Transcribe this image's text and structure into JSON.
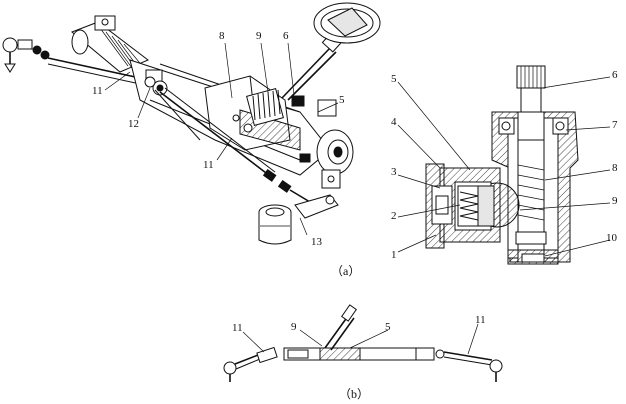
{
  "labels_a_left": {
    "n8": "8",
    "n9": "9",
    "n6": "6",
    "n5": "5",
    "n11a": "11",
    "n12": "12",
    "n11b": "11",
    "n13": "13"
  },
  "labels_a_right": {
    "n5": "5",
    "n4": "4",
    "n3": "3",
    "n2": "2",
    "n1": "1",
    "n6": "6",
    "n7": "7",
    "n8": "8",
    "n9": "9",
    "n10": "10"
  },
  "labels_b": {
    "n11l": "11",
    "n9": "9",
    "n5": "5",
    "n11r": "11"
  },
  "captions": {
    "a": "（a）",
    "b": "（b）"
  }
}
